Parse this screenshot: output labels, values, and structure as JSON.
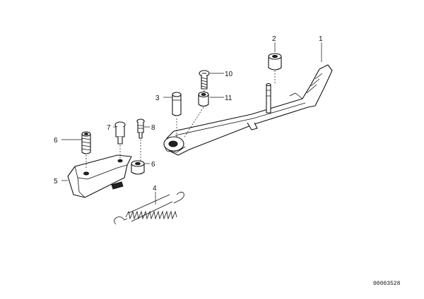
{
  "diagram": {
    "callouts": {
      "p1": "1",
      "p2": "2",
      "p3": "3",
      "p4": "4",
      "p5": "5",
      "p6a": "6",
      "p6b": "6",
      "p7": "7",
      "p8": "8",
      "p10": "10",
      "p11": "11"
    },
    "document_number": "00003528"
  }
}
